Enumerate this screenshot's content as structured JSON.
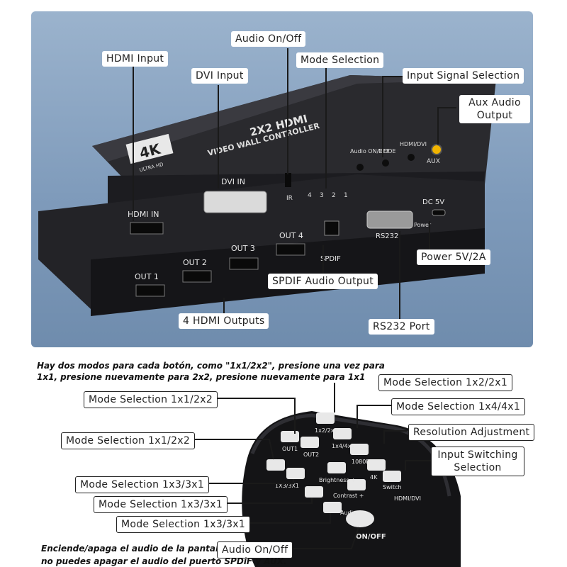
{
  "device": {
    "brand_4k": "4K",
    "brand_ultrahd": "ULTRA HD",
    "title_line1": "2X2 HDMI",
    "title_line2": "VIDEO WALL CONTROLLER",
    "btn_audio": "Audio ON/OFF",
    "btn_mode": "MODE",
    "btn_hdmidvi": "HDMI/DVI",
    "aux": "AUX",
    "ir": "IR",
    "leds": [
      "4",
      "3",
      "2",
      "1"
    ],
    "hdmi_in": "HDMI IN",
    "dvi_in": "DVI IN",
    "dc5v": "DC 5V",
    "power": "Power",
    "rs232": "RS232",
    "spdif": "SPDIF",
    "outs": [
      "OUT 1",
      "OUT 2",
      "OUT 3",
      "OUT 4"
    ]
  },
  "callouts_top": {
    "hdmi_input": "HDMI Input",
    "dvi_input": "DVI Input",
    "audio_onoff": "Audio On/Off",
    "mode_selection": "Mode Selection",
    "input_signal": "Input Signal Selection",
    "aux_audio": "Aux Audio Output",
    "power": "Power 5V/2A",
    "spdif_audio": "SPDIF Audio Output",
    "hdmi_outputs": "4 HDMI Outputs",
    "rs232_port": "RS232 Port"
  },
  "note_top": "Hay dos modos para cada botón, como \"1x1/2x2\", presione una vez para 1x1, presione nuevamente para 2x2, presione nuevamente para 1x1",
  "callouts_remote": {
    "m1x2": "Mode Selection 1x2/2x1",
    "m1x1a": "Mode Selection 1x1/2x2",
    "m1x4": "Mode Selection 1x4/4x1",
    "resolution": "Resolution Adjustment",
    "m1x1b": "Mode Selection 1x1/2x2",
    "input_switching": "Input Switching Selection",
    "m1x3a": "Mode Selection 1x3/3x1",
    "m1x3b": "Mode Selection 1x3/3x1",
    "m1x3c": "Mode Selection 1x3/3x1",
    "audio_onoff": "Audio On/Off"
  },
  "note_bottom_a": "Enciende/apaga el audio de la pantalla,",
  "note_bottom_b": "no puedes apagar el audio del puerto SPDiF y AUX.",
  "remote": {
    "k1": "1x2/2x1",
    "k2": "1x4/4x1",
    "k3": "OUT1",
    "k4": "OUT2",
    "k5": "1080P",
    "k6": "4K",
    "k7": "1X3/3X1",
    "k8": "Brightness +",
    "k9": "Contrast +",
    "k10": "Audio",
    "k11": "Switch",
    "k12": "HDMI/DVI",
    "k13": "ON/OFF"
  }
}
